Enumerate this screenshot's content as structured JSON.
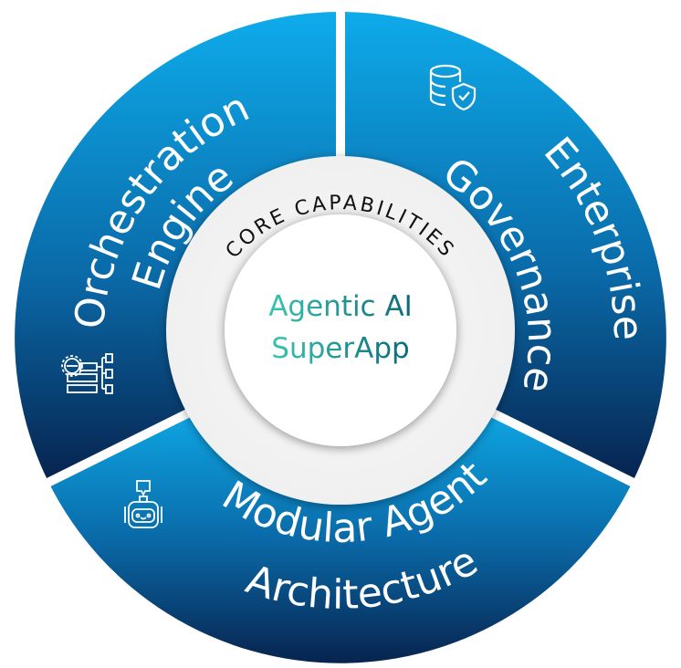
{
  "core_label": "CORE CAPABILITIES",
  "center": {
    "line1": "Agentic AI",
    "line2": "SuperApp"
  },
  "segments": [
    {
      "line1": "Orchestration",
      "line2": "Engine",
      "icon": "gear-server-hierarchy-icon"
    },
    {
      "line1": "Enterprise",
      "line2": "Governance",
      "icon": "database-shield-icon"
    },
    {
      "line1": "Modular Agent",
      "line2": "Architecture",
      "icon": "robot-chat-icon"
    }
  ],
  "colors": {
    "segment_light": "#0ea8e6",
    "segment_dark": "#08244f",
    "ring": "#efefef",
    "center_text_start": "#3cc4b0",
    "center_text_end": "#0a6a78"
  }
}
